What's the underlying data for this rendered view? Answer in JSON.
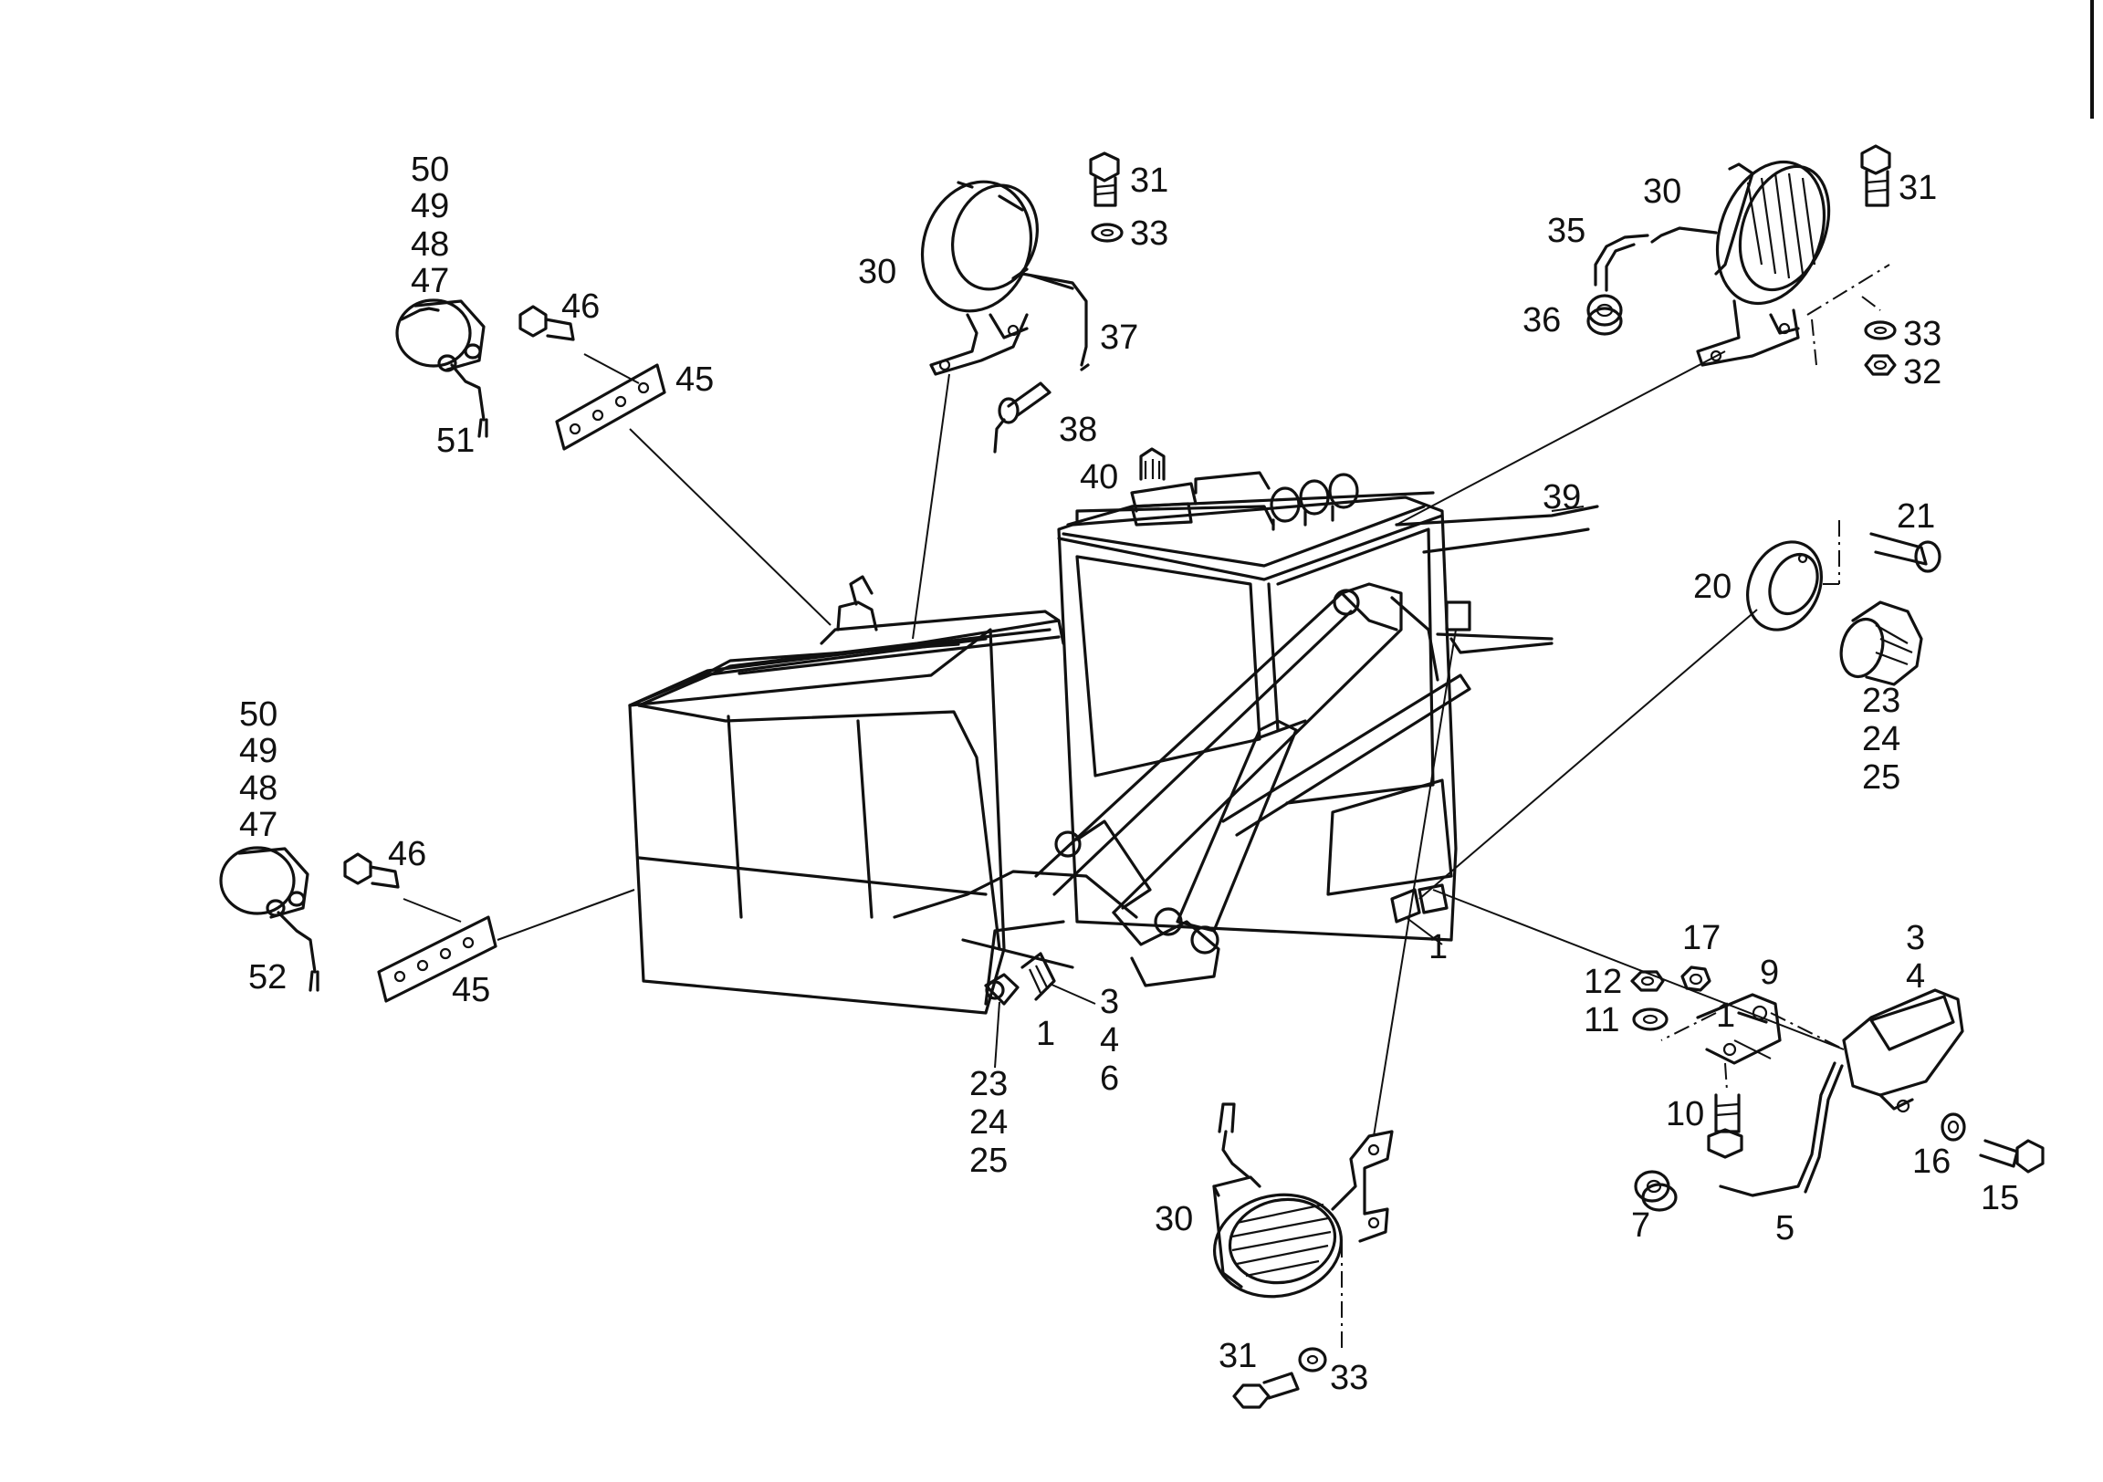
{
  "diagram": {
    "type": "exploded parts diagram",
    "colors": {
      "ink": "#111111",
      "background": "#ffffff"
    },
    "callouts": {
      "left_top_stack": [
        "50",
        "49",
        "48",
        "47"
      ],
      "left_top_bolt": "46",
      "left_top_plate": "45",
      "left_top_wire": "51",
      "left_bottom_stack": [
        "50",
        "49",
        "48",
        "47"
      ],
      "left_bottom_bolt": "46",
      "left_bottom_plate": "45",
      "left_bottom_wire": "52",
      "top_lamp": "30",
      "top_bolt": "31",
      "top_washer": "33",
      "top_cable": "37",
      "top_plug": "38",
      "beacon": "40",
      "roof": "39",
      "right_lamp": "30",
      "right_cable": "35",
      "right_grommet": "36",
      "right_bolt": "31",
      "right_washer": "33",
      "right_nut": "32",
      "rear_bolt": "21",
      "rear_ring": "20",
      "rear_lamp_stack": [
        "23",
        "24",
        "25"
      ],
      "cab_connector": "1",
      "front_connector": "1",
      "front_lamp_stack": [
        "3",
        "4",
        "6"
      ],
      "front_lower_stack": [
        "23",
        "24",
        "25"
      ],
      "side_nut": "17",
      "side_bracket": "9",
      "side_nut_small": "12",
      "side_washer": "11",
      "side_lamp_stack": [
        "3",
        "4"
      ],
      "side_bracket_pin": "1",
      "side_bolt": "10",
      "side_washer_small": "16",
      "side_screw": "15",
      "side_grommet": "7",
      "side_cable": "5",
      "bottom_lamp": "30",
      "bottom_bolt": "31",
      "bottom_washer": "33"
    }
  }
}
